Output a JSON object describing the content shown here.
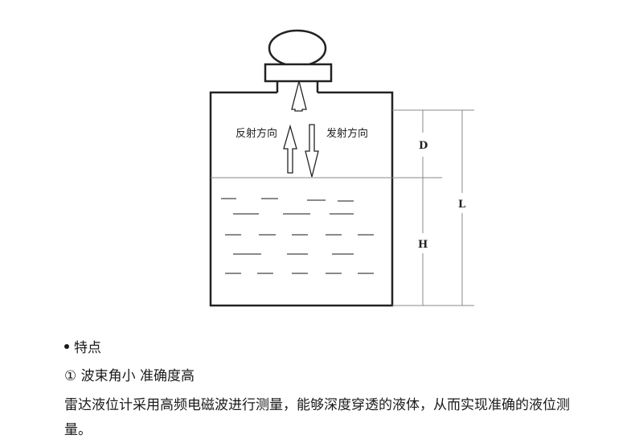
{
  "diagram": {
    "reflect_label": "反射方向",
    "emit_label": "发射方向",
    "dim_d": "D",
    "dim_l": "L",
    "dim_h": "H"
  },
  "features": {
    "heading": "特点",
    "item_title": "① 波束角小 准确度高",
    "item_body": "雷达液位计采用高频电磁波进行测量，能够深度穿透的液体，从而实现准确的液位测量。"
  }
}
